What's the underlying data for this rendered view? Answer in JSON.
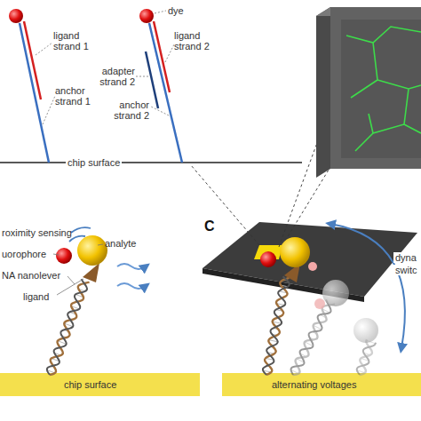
{
  "diagram": {
    "labels": [
      "dye",
      "ligand strand 1",
      "anchor strand 1",
      "chip surface",
      "ligand strand 2",
      "adapter strand 2",
      "anchor strand 2",
      "C",
      "roximity sensing",
      "uorophore",
      "analyte",
      "NA nanolever",
      "ligand",
      "chip surface",
      "alternating voltages",
      "dyna",
      "switc"
    ]
  }
}
